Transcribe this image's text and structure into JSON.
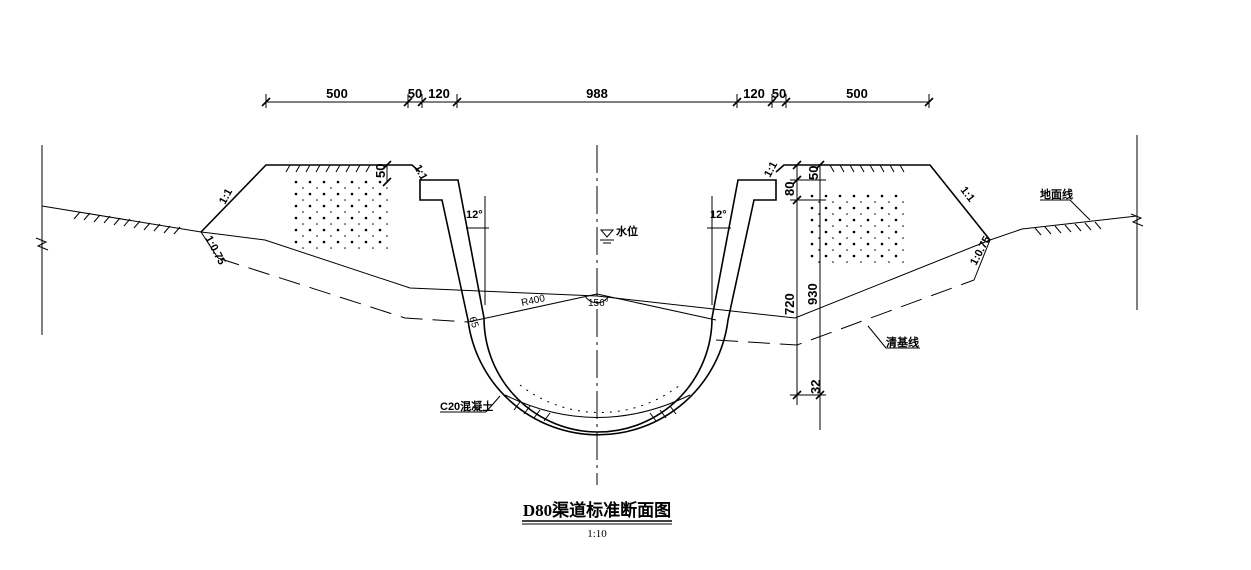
{
  "dimensions_top": {
    "left_berm": "500",
    "left_gap": "50",
    "left_wall": "120",
    "channel_width": "988",
    "right_wall": "120",
    "right_gap": "50",
    "right_berm": "500"
  },
  "labels": {
    "left_slope_top": "1:1",
    "left_small_slope": "1:1",
    "left_slope_bottom": "1:0.75",
    "right_small_slope": "1:1",
    "right_slope_top": "1:1",
    "right_slope_bottom": "1:0.75",
    "dim_50_left": "50",
    "dim_80": "80",
    "dim_50_right": "50",
    "angle_left": "12°",
    "angle_right": "12°",
    "water_level": "水位",
    "radius": "R400",
    "thickness": "65",
    "arc_angle": "156°",
    "dim_720": "720",
    "dim_930": "930",
    "dim_32": "32",
    "ground_line": "地面线",
    "clearing_line": "清基线",
    "concrete": "C20混凝土"
  },
  "title": {
    "main": "D80渠道标准断面图",
    "scale": "1:10"
  }
}
